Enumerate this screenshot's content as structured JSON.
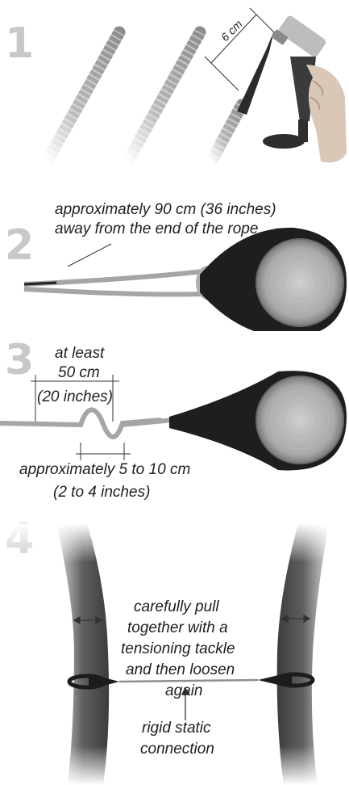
{
  "steps": {
    "step1": {
      "number": "1",
      "measure": "6 cm"
    },
    "step2": {
      "number": "2",
      "text_line1": "approximately 90 cm (36 inches)",
      "text_line2": "away from the end of the rope"
    },
    "step3": {
      "number": "3",
      "top_line1": "at least",
      "top_line2": "50 cm",
      "top_line3": "(20 inches)",
      "bottom_line1": "approximately 5 to 10 cm",
      "bottom_line2": "(2 to 4 inches)"
    },
    "step4": {
      "number": "4",
      "top_line1": "carefully pull",
      "top_line2": "together with a",
      "top_line3": "tensioning tackle",
      "top_line4": "and then loosen",
      "top_line5": "again",
      "bottom_line1": "rigid static",
      "bottom_line2": "connection"
    }
  },
  "colors": {
    "step_number": "#c8c8c8",
    "rope": "#9a9a9a",
    "sling": "#1c1c1c",
    "trunk": "#6e6e6e"
  }
}
